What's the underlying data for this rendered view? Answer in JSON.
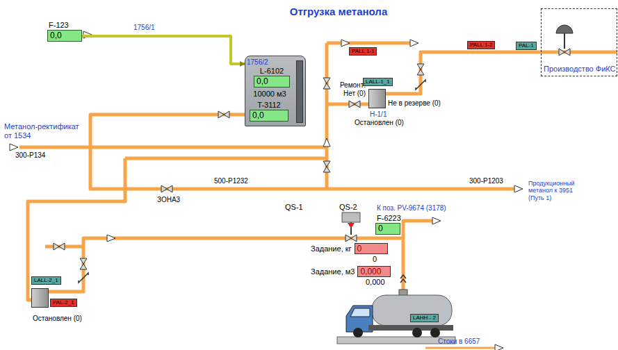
{
  "diagram": {
    "title": "Отгрузка метанола",
    "nodes": [
      {
        "text": [
          "F-123",
          "0,0"
        ]
      },
      {
        "text": [
          "1756/2",
          "10000 м3"
        ]
      },
      {
        "text": [
          "L-6102",
          "0,0"
        ],
        "in": 1
      },
      {
        "text": [
          "T-3112",
          "0,0"
        ],
        "in": 1
      },
      {
        "text": [
          "PALL 1-1"
        ]
      },
      {
        "text": [
          "PALL 1-2"
        ]
      },
      {
        "text": [
          "PAL-1"
        ]
      },
      {
        "text": [
          "Производство ФиКС"
        ]
      },
      {
        "text": [
          "H-1/1",
          "Остановлен (0)"
        ]
      },
      {
        "text": [
          "LALL-1_1"
        ],
        "in": 8
      },
      {
        "text": [
          "F-6223",
          "0"
        ]
      },
      {
        "text": [
          "Задание, кг",
          "0"
        ]
      },
      {
        "text": [
          "Задание, м3",
          "0,000"
        ]
      },
      {
        "text": [
          "LAHH - 2"
        ]
      },
      {
        "text": [
          "Остановлен (0)"
        ]
      },
      {
        "text": [
          "LALL-2_1"
        ],
        "in": 14
      },
      {
        "text": [
          "PAL-2_1"
        ],
        "in": 14
      }
    ],
    "edges": [
      {
        "from": 0,
        "to": 1,
        "arrow": "to",
        "label": "1756/1"
      }
    ],
    "labels": [
      "Метанол-ректификат от 1534",
      "300-P134",
      "500-P1232",
      "300-P1203",
      "Продукционный метанол к 3951 (Путь 1)",
      "ЗОНА3",
      "QS-1",
      "QS-2",
      "К поз. PV-9674 (3178)",
      "0",
      "0,000",
      "Стоки в 6657",
      "Ремонт: Нет (0)",
      "Не в резерве (0)"
    ]
  }
}
